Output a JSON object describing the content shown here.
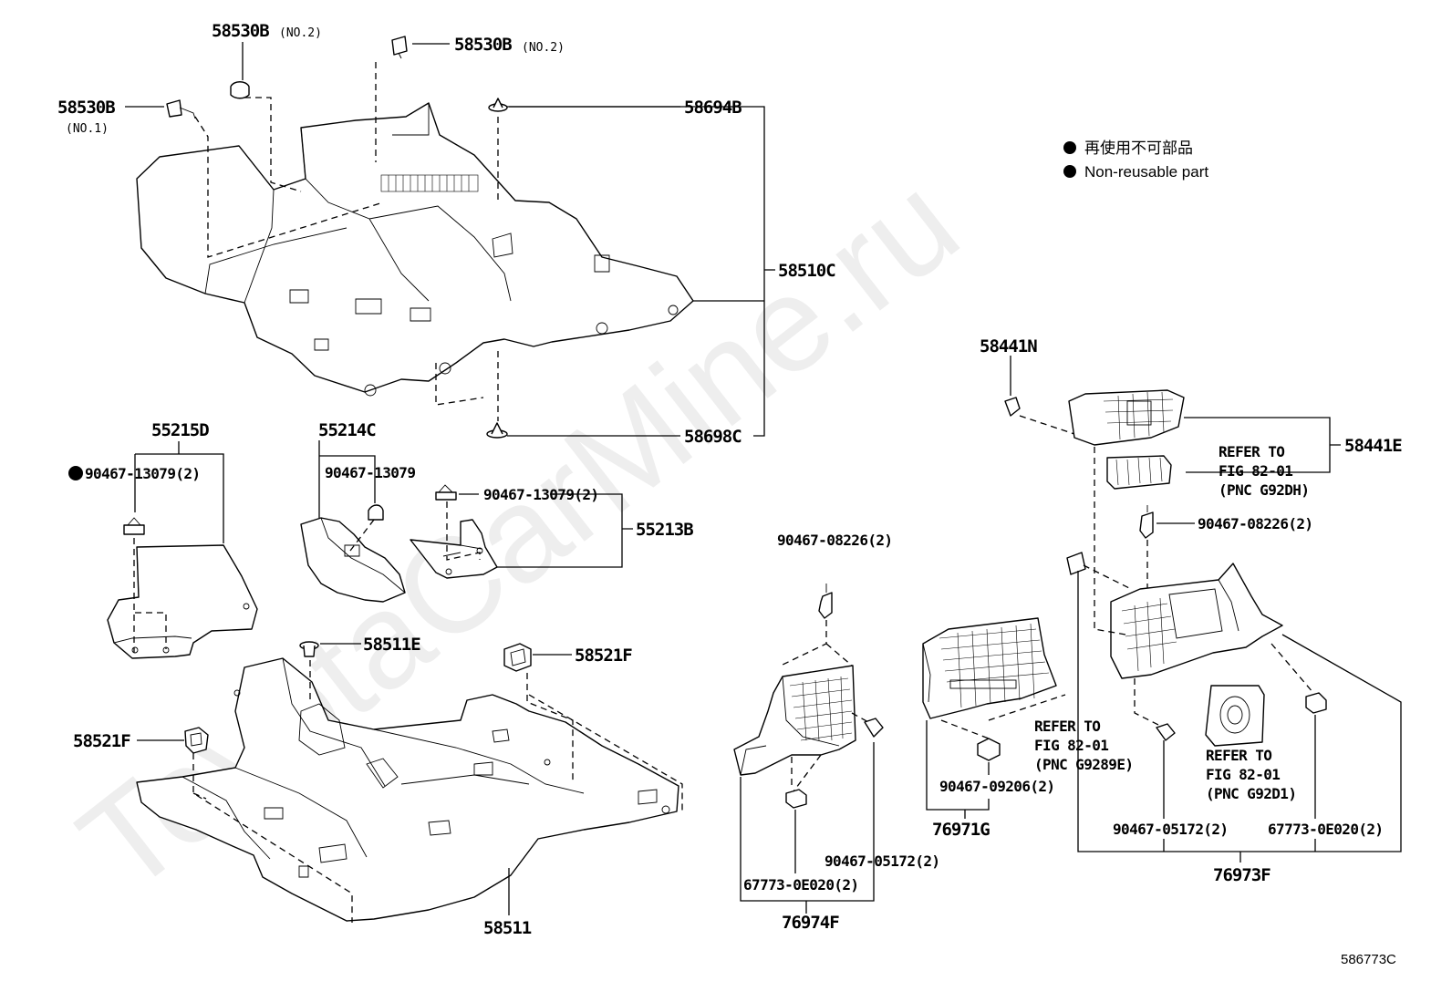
{
  "watermark": "ToyotaCarMine.ru",
  "diagram_id": "586773C",
  "legend": {
    "bullet_color": "#000000",
    "line1": "再使用不可部品",
    "line2": "Non-reusable part"
  },
  "labels": {
    "p58530B_a": "58530B",
    "p58530B_a_note": "(NO.2)",
    "p58530B_b": "58530B",
    "p58530B_b_note": "(NO.2)",
    "p58530B_c": "58530B",
    "p58530B_c_note": "(NO.1)",
    "p58694B": "58694B",
    "p58510C": "58510C",
    "p58698C": "58698C",
    "p55215D": "55215D",
    "p55215D_clip": "90467-13079(2)",
    "p55214C": "55214C",
    "p55214C_clip": "90467-13079",
    "p55213B": "55213B",
    "p55213B_clip": "90467-13079(2)",
    "p58511E": "58511E",
    "p58521F_a": "58521F",
    "p58521F_b": "58521F",
    "p58511": "58511",
    "p90467_08226_a": "90467-08226(2)",
    "p90467_05172_a": "90467-05172(2)",
    "p67773_a": "67773-0E020(2)",
    "p76974F": "76974F",
    "p90467_09206": "90467-09206(2)",
    "p76971G": "76971G",
    "p58441N": "58441N",
    "p58441E": "58441E",
    "ref1_l1": "REFER TO",
    "ref1_l2": "FIG 82-01",
    "ref1_l3": "(PNC G92DH)",
    "p90467_08226_b": "90467-08226(2)",
    "ref2_l1": "REFER TO",
    "ref2_l2": "FIG 82-01",
    "ref2_l3": "(PNC G9289E)",
    "ref3_l1": "REFER TO",
    "ref3_l2": "FIG 82-01",
    "ref3_l3": "(PNC G92D1)",
    "p90467_05172_b": "90467-05172(2)",
    "p67773_b": "67773-0E020(2)",
    "p76973F": "76973F"
  }
}
